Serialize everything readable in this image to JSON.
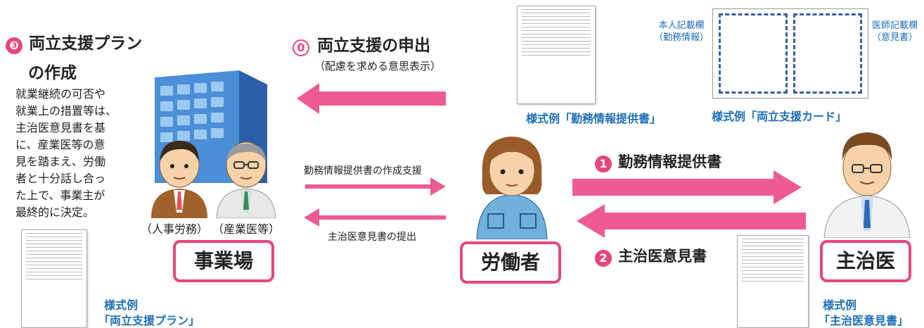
{
  "step3": {
    "num": "❸",
    "title_line1": "両立支援プラン",
    "title_line2": "の作成",
    "description": [
      "就業継続の可否や",
      "就業上の措置等は、",
      "主治医意見書を基",
      "に、産業医等の意",
      "見を踏まえ、労働",
      "者と十分話し合っ",
      "た上で、事業主が",
      "最終的に決定。"
    ]
  },
  "step0": {
    "num": "0",
    "title": "両立支援の申出",
    "subtitle": "（配慮を求める意思表示）"
  },
  "step1": {
    "num": "1",
    "title": "勤務情報提供書"
  },
  "step2": {
    "num": "2",
    "title": "主治医意見書"
  },
  "arrow_labels": {
    "support": "勤務情報提供書の作成支援",
    "submit": "主治医意見書の提出"
  },
  "employer": {
    "label": "事業場",
    "person_left": "（人事労務）",
    "person_right": "（産業医等）"
  },
  "worker": {
    "label": "労働者"
  },
  "doctor": {
    "label": "主治医"
  },
  "samples": {
    "work_info": "様式例「勤務情報提供書」",
    "card": "様式例「両立支援カード」",
    "plan_line1": "様式例",
    "plan_line2": "「両立支援プラン」",
    "opinion_line1": "様式例",
    "opinion_line2": "「主治医意見書」"
  },
  "card_labels": {
    "left_line1": "本人記載欄",
    "left_line2": "（勤務情報）",
    "right_line1": "医師記載欄",
    "right_line2": "（意見書）"
  },
  "colors": {
    "pink": "#e8457e",
    "blue": "#1d6fb8",
    "arrow": "#ee5b93"
  }
}
